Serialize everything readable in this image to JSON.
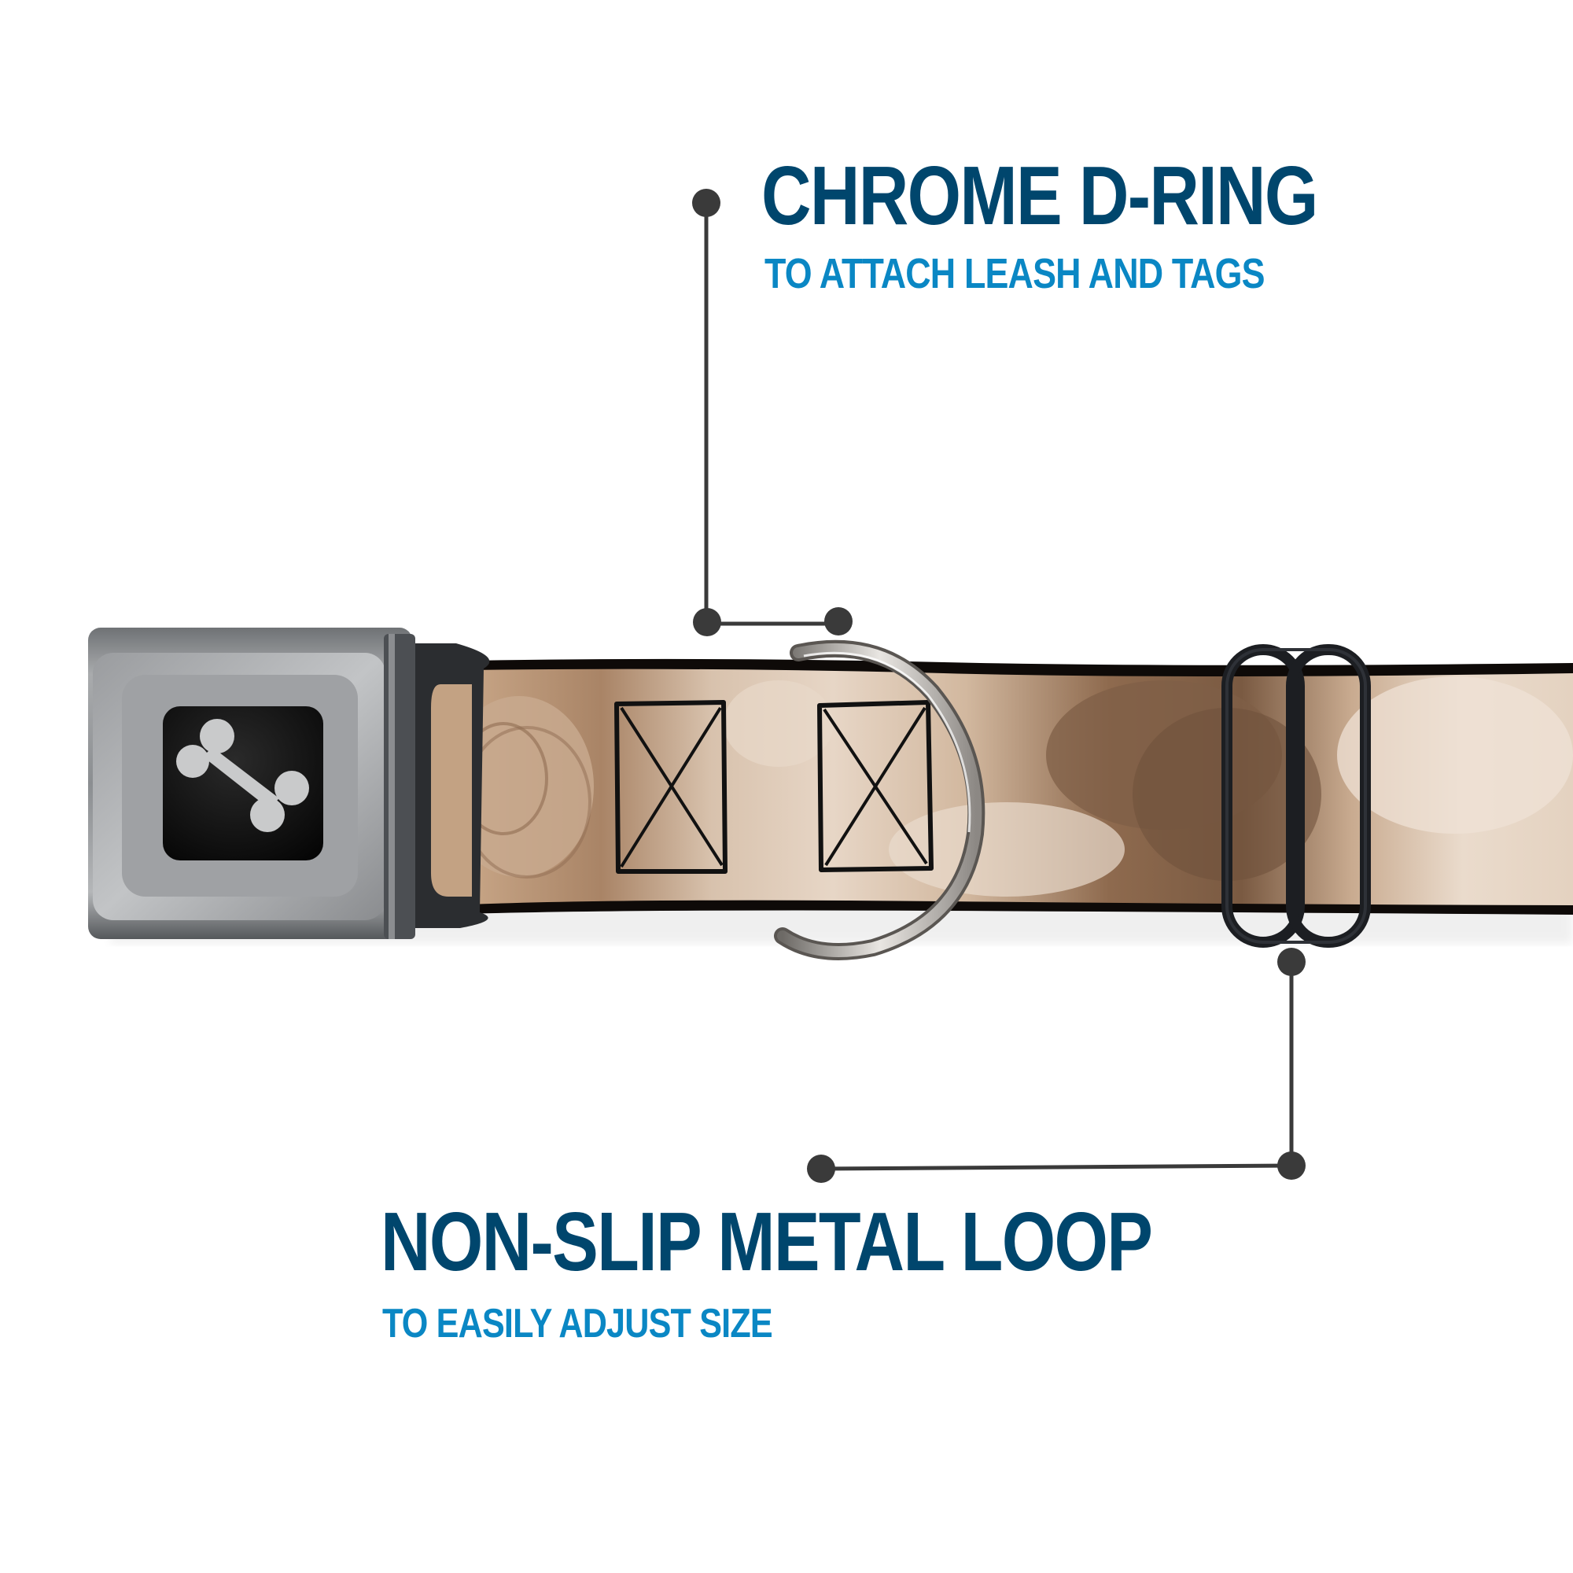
{
  "image": {
    "description": "Product feature callout graphic for a seatbelt-buckle dog collar",
    "background": "#ffffff"
  },
  "colors": {
    "headline": "#00466d",
    "subline": "#0a87c4",
    "callout_line": "#3a3a3a",
    "fabric_light": "#e6d3c2",
    "fabric_mid": "#b99576",
    "fabric_dark": "#7d5c43",
    "buckle_chrome": "#8e9194",
    "buckle_badge": "#0c0c0c",
    "bone_glyph": "#c9cacb"
  },
  "callouts": [
    {
      "id": "dring",
      "title": "CHROME D-RING",
      "subtitle": "TO ATTACH LEASH AND TAGS",
      "points_to": "d-ring"
    },
    {
      "id": "loop",
      "title": "NON-SLIP METAL LOOP",
      "subtitle": "TO EASILY ADJUST SIZE",
      "points_to": "slider-loop"
    }
  ],
  "product": {
    "buckle_logo_icon": "bone-icon",
    "parts": [
      "seatbelt-buckle",
      "collar-strap",
      "box-stitch",
      "box-stitch",
      "d-ring",
      "slider-loop"
    ]
  }
}
